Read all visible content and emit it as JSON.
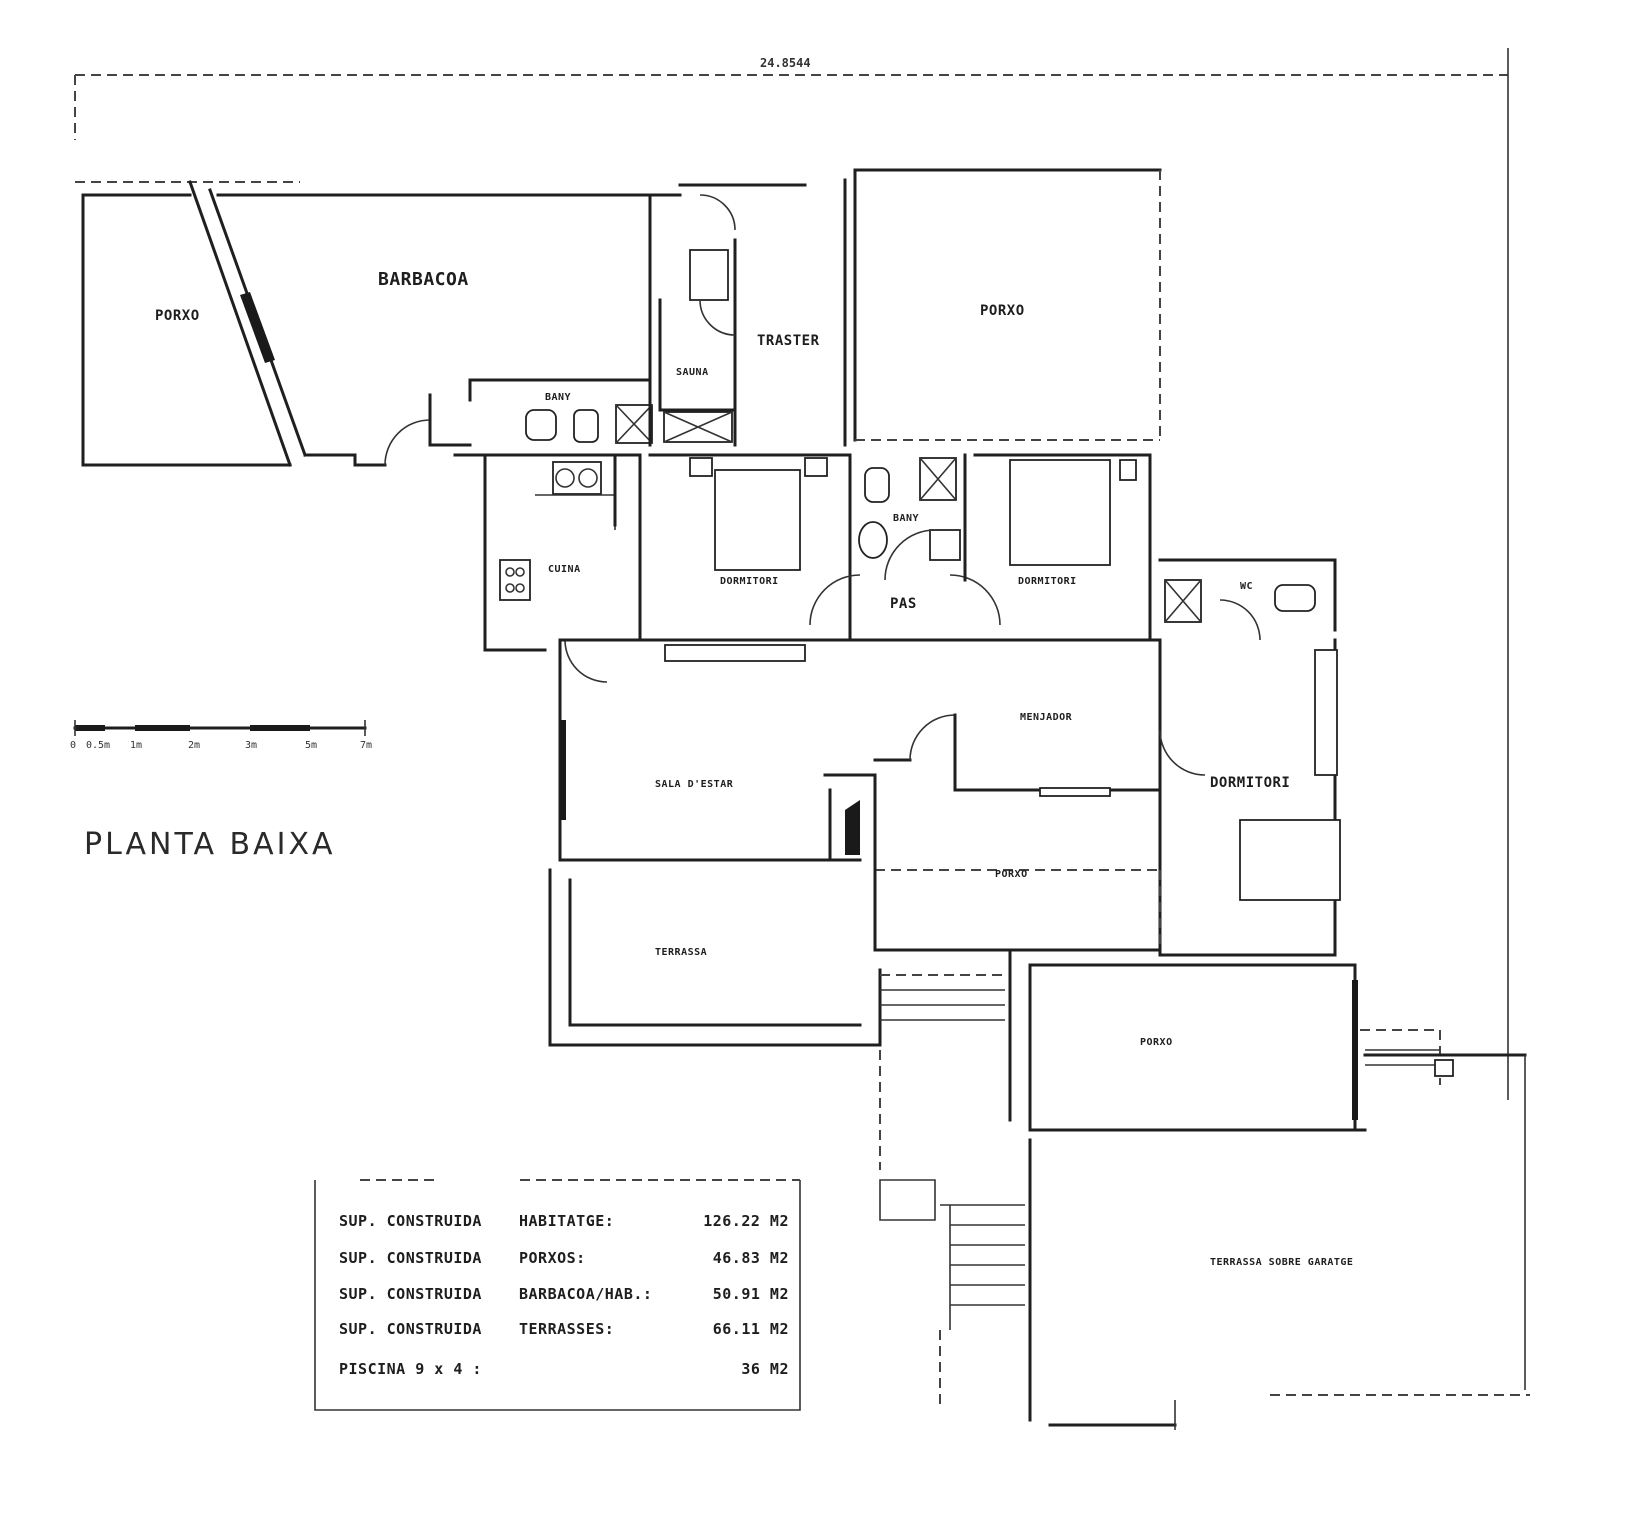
{
  "plan": {
    "title": "PLANTA BAIXA",
    "top_dimension": "24.8544",
    "scale_labels": [
      "0",
      "0.5m",
      "1m",
      "2m",
      "3m",
      "5m",
      "7m"
    ]
  },
  "rooms": {
    "porxo_west": "PORXO",
    "barbacoa": "BARBACOA",
    "traster": "TRASTER",
    "sauna": "SAUNA",
    "bany_barbacoa": "BANY",
    "porxo_north": "PORXO",
    "cuina": "CUINA",
    "dormitori_1": "DORMITORI",
    "bany_central": "BANY",
    "pas": "PAS",
    "dormitori_2": "DORMITORI",
    "wc": "WC",
    "menjador": "MENJADOR",
    "sala_estar": "SALA D'ESTAR",
    "dormitori_3": "DORMITORI",
    "porxo_central": "PORXO",
    "terrassa": "TERRASSA",
    "porxo_south": "PORXO",
    "terrassa_garatge": "TERRASSA SOBRE GARATGE"
  },
  "surfaces": [
    {
      "label": "SUP. CONSTRUIDA",
      "item": "HABITATGE:",
      "value": "126.22 M2"
    },
    {
      "label": "SUP. CONSTRUIDA",
      "item": "PORXOS:",
      "value": "46.83 M2"
    },
    {
      "label": "SUP. CONSTRUIDA",
      "item": "BARBACOA/HAB.:",
      "value": "50.91 M2"
    },
    {
      "label": "SUP. CONSTRUIDA",
      "item": "TERRASSES:",
      "value": "66.11 M2"
    },
    {
      "label": "PISCINA 9 x 4 :",
      "item": "",
      "value": "36 M2"
    }
  ]
}
